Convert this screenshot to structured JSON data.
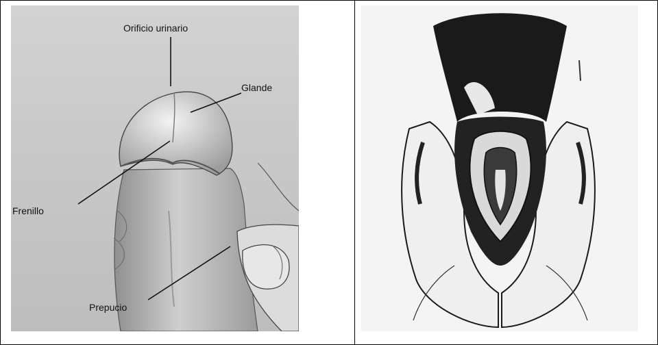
{
  "figure": {
    "left_panel": {
      "labels": {
        "orificio_urinario": "Orificio urinario",
        "glande": "Glande",
        "frenillo": "Frenillo",
        "prepucio": "Prepucio"
      }
    },
    "colors": {
      "panel_left_bg": "#c9c9c9",
      "panel_right_bg": "#f4f4f4",
      "ink": "#111111"
    }
  }
}
